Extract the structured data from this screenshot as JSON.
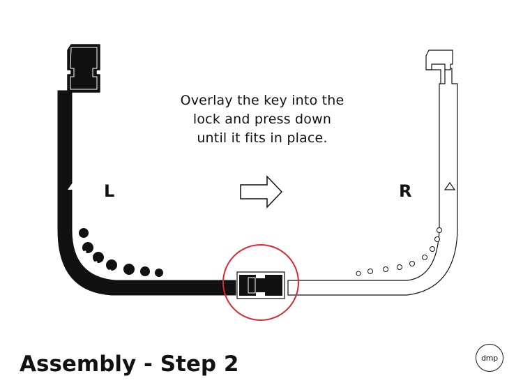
{
  "instruction": {
    "line1": "Overlay the key into the",
    "line2": "lock and press down",
    "line3": "until it fits in place."
  },
  "labels": {
    "left": "L",
    "right": "R"
  },
  "title": "Assembly - Step 2",
  "logo": "dmp",
  "colors": {
    "ink": "#111111",
    "highlight": "#d9282f",
    "background": "#ffffff"
  },
  "icons": {
    "direction": "arrow-right-icon",
    "orientation_marker": "triangle-up-icon",
    "focus": "highlight-circle-icon"
  }
}
